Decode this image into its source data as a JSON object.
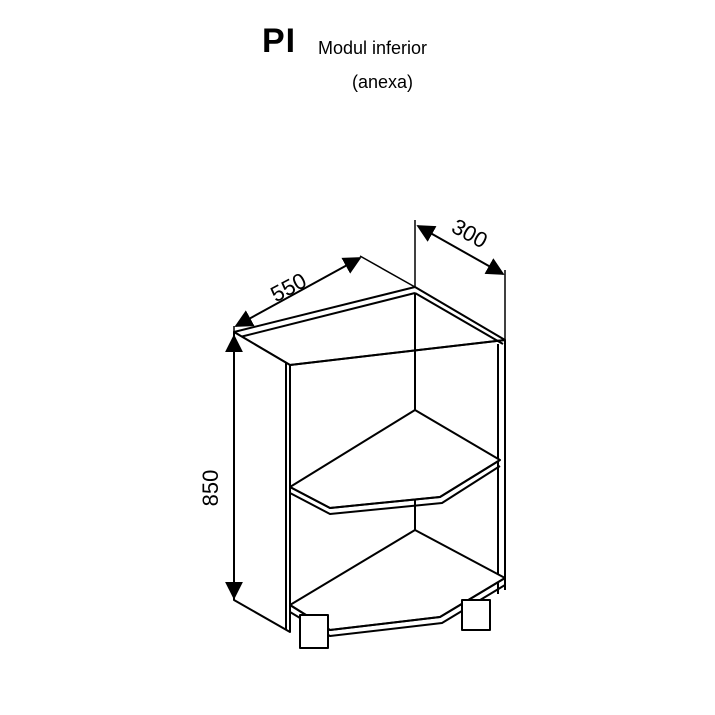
{
  "title": {
    "code": "PI",
    "name": "Modul inferior",
    "subtitle": "(anexa)"
  },
  "dimensions": {
    "depth": "550",
    "side_width": "300",
    "height": "850"
  },
  "colors": {
    "line": "#000000",
    "background": "#ffffff"
  }
}
